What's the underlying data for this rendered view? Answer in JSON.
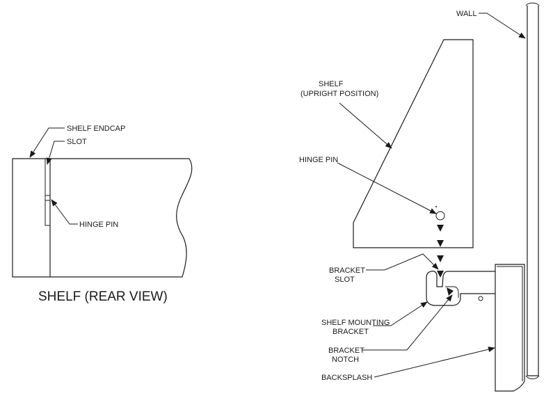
{
  "left_view": {
    "endcap_label": "SHELF ENDCAP",
    "slot_label": "SLOT",
    "hinge_pin_label": "HINGE PIN",
    "title": "SHELF (REAR VIEW)"
  },
  "right_view": {
    "wall_label": "WALL",
    "shelf_label_line1": "SHELF",
    "shelf_label_line2": "(UPRIGHT POSITION)",
    "hinge_pin_label": "HINGE PIN",
    "bracket_slot_line1": "BRACKET",
    "bracket_slot_line2": "SLOT",
    "mounting_bracket_line1": "SHELF MOUNTING",
    "mounting_bracket_line2": "BRACKET",
    "bracket_notch_line1": "BRACKET",
    "bracket_notch_line2": "NOTCH",
    "backsplash_label": "BACKSPLASH"
  }
}
